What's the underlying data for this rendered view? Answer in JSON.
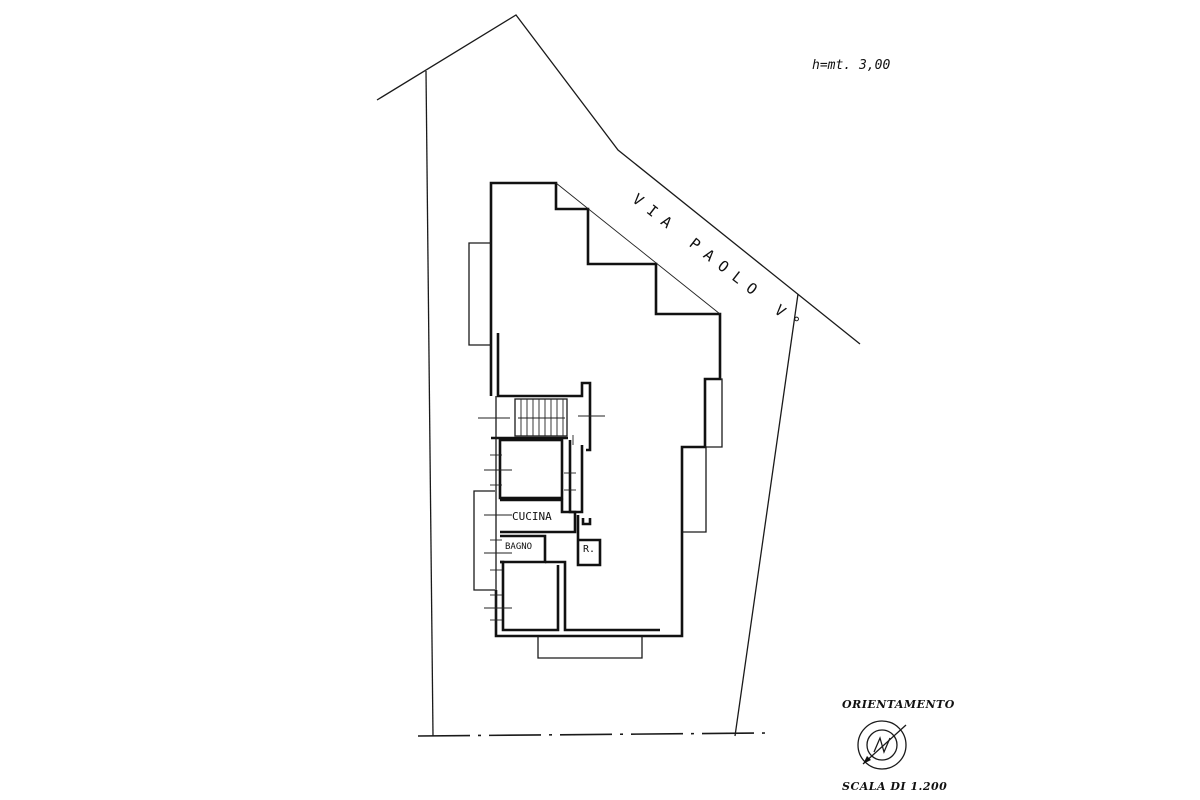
{
  "drawing": {
    "height_note": "h=mt. 3,00",
    "street_name": "VIA PAOLO V°",
    "rooms": {
      "kitchen": "CUCINA",
      "bathroom": "BAGNO",
      "closet": "R."
    },
    "orientation_label": "ORIENTAMENTO",
    "scale_label": "SCALA DI 1.200"
  },
  "colors": {
    "ink": "#111111",
    "paper": "#ffffff"
  }
}
